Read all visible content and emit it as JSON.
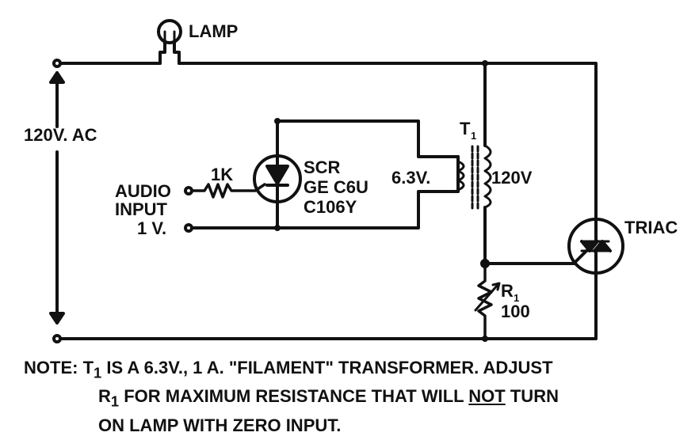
{
  "diagram": {
    "labels": {
      "lamp": "LAMP",
      "supply": "120V. AC",
      "audio_line1": "AUDIO",
      "audio_line2": "INPUT",
      "audio_line3": "1 V.",
      "resistor_1k": "1K",
      "scr_line1": "SCR",
      "scr_line2": "GE C6U",
      "scr_line3": "C106Y",
      "transformer": "T",
      "transformer_sub": "1",
      "secondary": "6.3V.",
      "primary": "120V",
      "triac": "TRIAC",
      "r1": "R",
      "r1_sub": "1",
      "r1_value": "100"
    },
    "note": {
      "prefix": "NOTE:",
      "l1a": "T",
      "l1sub": "1",
      "l1b": " IS A 6.3V., 1 A. \"FILAMENT\" TRANSFORMER.  ADJUST",
      "l2a": "R",
      "l2sub": "1",
      "l2b": " FOR MAXIMUM RESISTANCE THAT WILL ",
      "l2not": "NOT",
      "l2c": " TURN",
      "l3": "ON LAMP WITH ZERO INPUT."
    }
  }
}
